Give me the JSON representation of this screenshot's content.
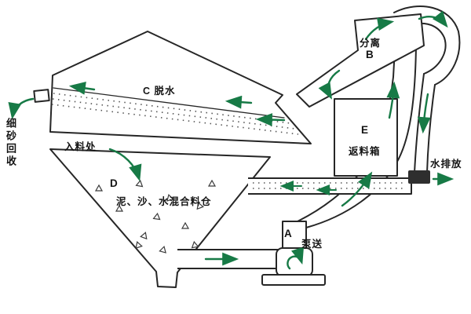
{
  "diagram": {
    "labels": {
      "screen": "C 脱水",
      "separator": "分离",
      "separator_id": "B",
      "fine_sand": "细砂回收",
      "feed": "入料处",
      "bin_id": "D",
      "bin": "泥、沙、水混合料仓",
      "pump_id": "A",
      "pump": "泵送",
      "return_box_id": "E",
      "return_box": "返料箱",
      "water": "水排放"
    },
    "colors": {
      "outline": "#262626",
      "arrow": "#177a46",
      "texture": "#555555"
    }
  }
}
